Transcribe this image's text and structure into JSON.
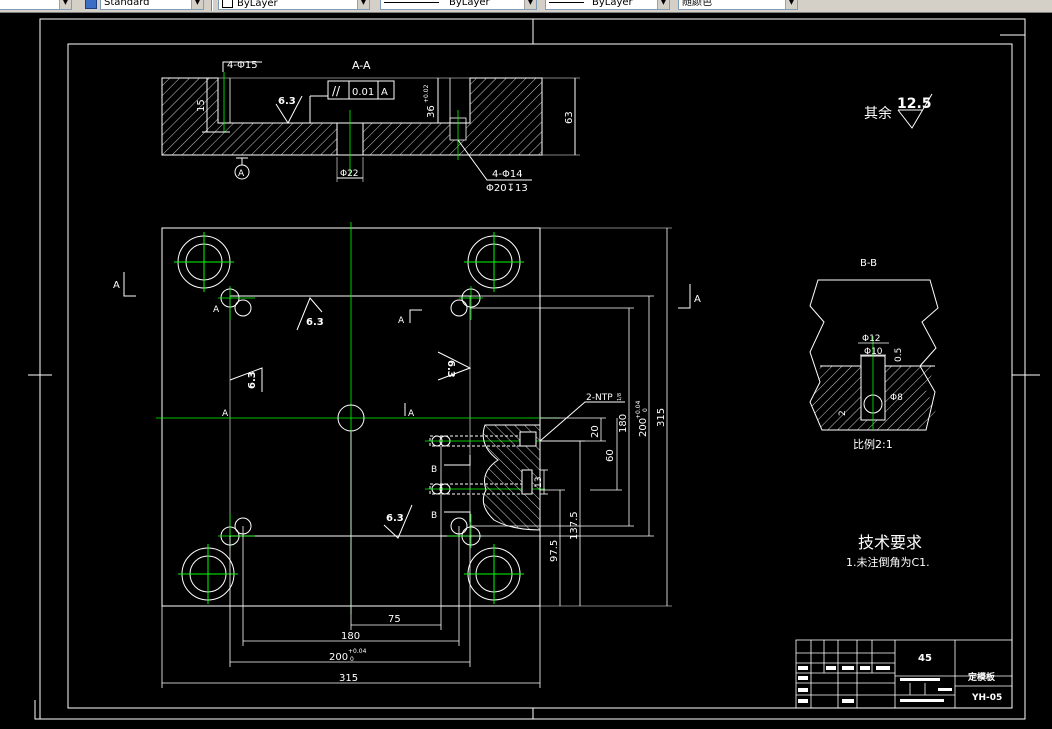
{
  "toolbar": {
    "textstyle": "Standard",
    "layer": "ByLayer",
    "linetype": "ByLayer",
    "lineweight": "ByLayer",
    "plotstyle": "随颜色"
  },
  "section_aa": {
    "title": "A-A",
    "hole4_top": "4-Φ15",
    "depth15": "15",
    "rough": "6.3",
    "tol_sym": "//",
    "tol_val": "0.01",
    "tol_ref": "A",
    "dim36": "36",
    "dim36_tol": "+0.02",
    "dim63": "63",
    "hole4_bottom": "4-Φ14",
    "cbore": "Φ20↧13",
    "dia22": "Φ22",
    "datum": "A"
  },
  "plan": {
    "sect_mark": "A",
    "rough1": "6.3",
    "rough2": "6.3",
    "rough3": "6.3",
    "rough4": "6.3",
    "npt": "2-NTP",
    "npt_sup": "1/8",
    "b_mark": "B",
    "dim20": "20",
    "dim13": "13",
    "dim60": "60",
    "dim180v": "180",
    "dim200v": "200",
    "dim200v_tol": "+0.04",
    "dim200v_tol0": "0",
    "dim315v": "315",
    "dim97": "97.5",
    "dim137": "137.5",
    "dim75": "75",
    "dim180": "180",
    "dim200": "200",
    "dim200_tol": "+0.04",
    "dim200_tol0": "0",
    "dim315": "315"
  },
  "section_bb": {
    "title": "B-B",
    "d12": "Φ12",
    "d10": "Φ10",
    "d05": "0.5",
    "d8": "Φ8",
    "d2": "2",
    "scale": "比例2:1"
  },
  "rough_other": {
    "label": "其余",
    "value": "12.5"
  },
  "notes": {
    "title": "技术要求",
    "line1": "1.未注倒角为C1."
  },
  "title_block": {
    "material": "45",
    "name": "定模板",
    "code": "YH-05"
  }
}
